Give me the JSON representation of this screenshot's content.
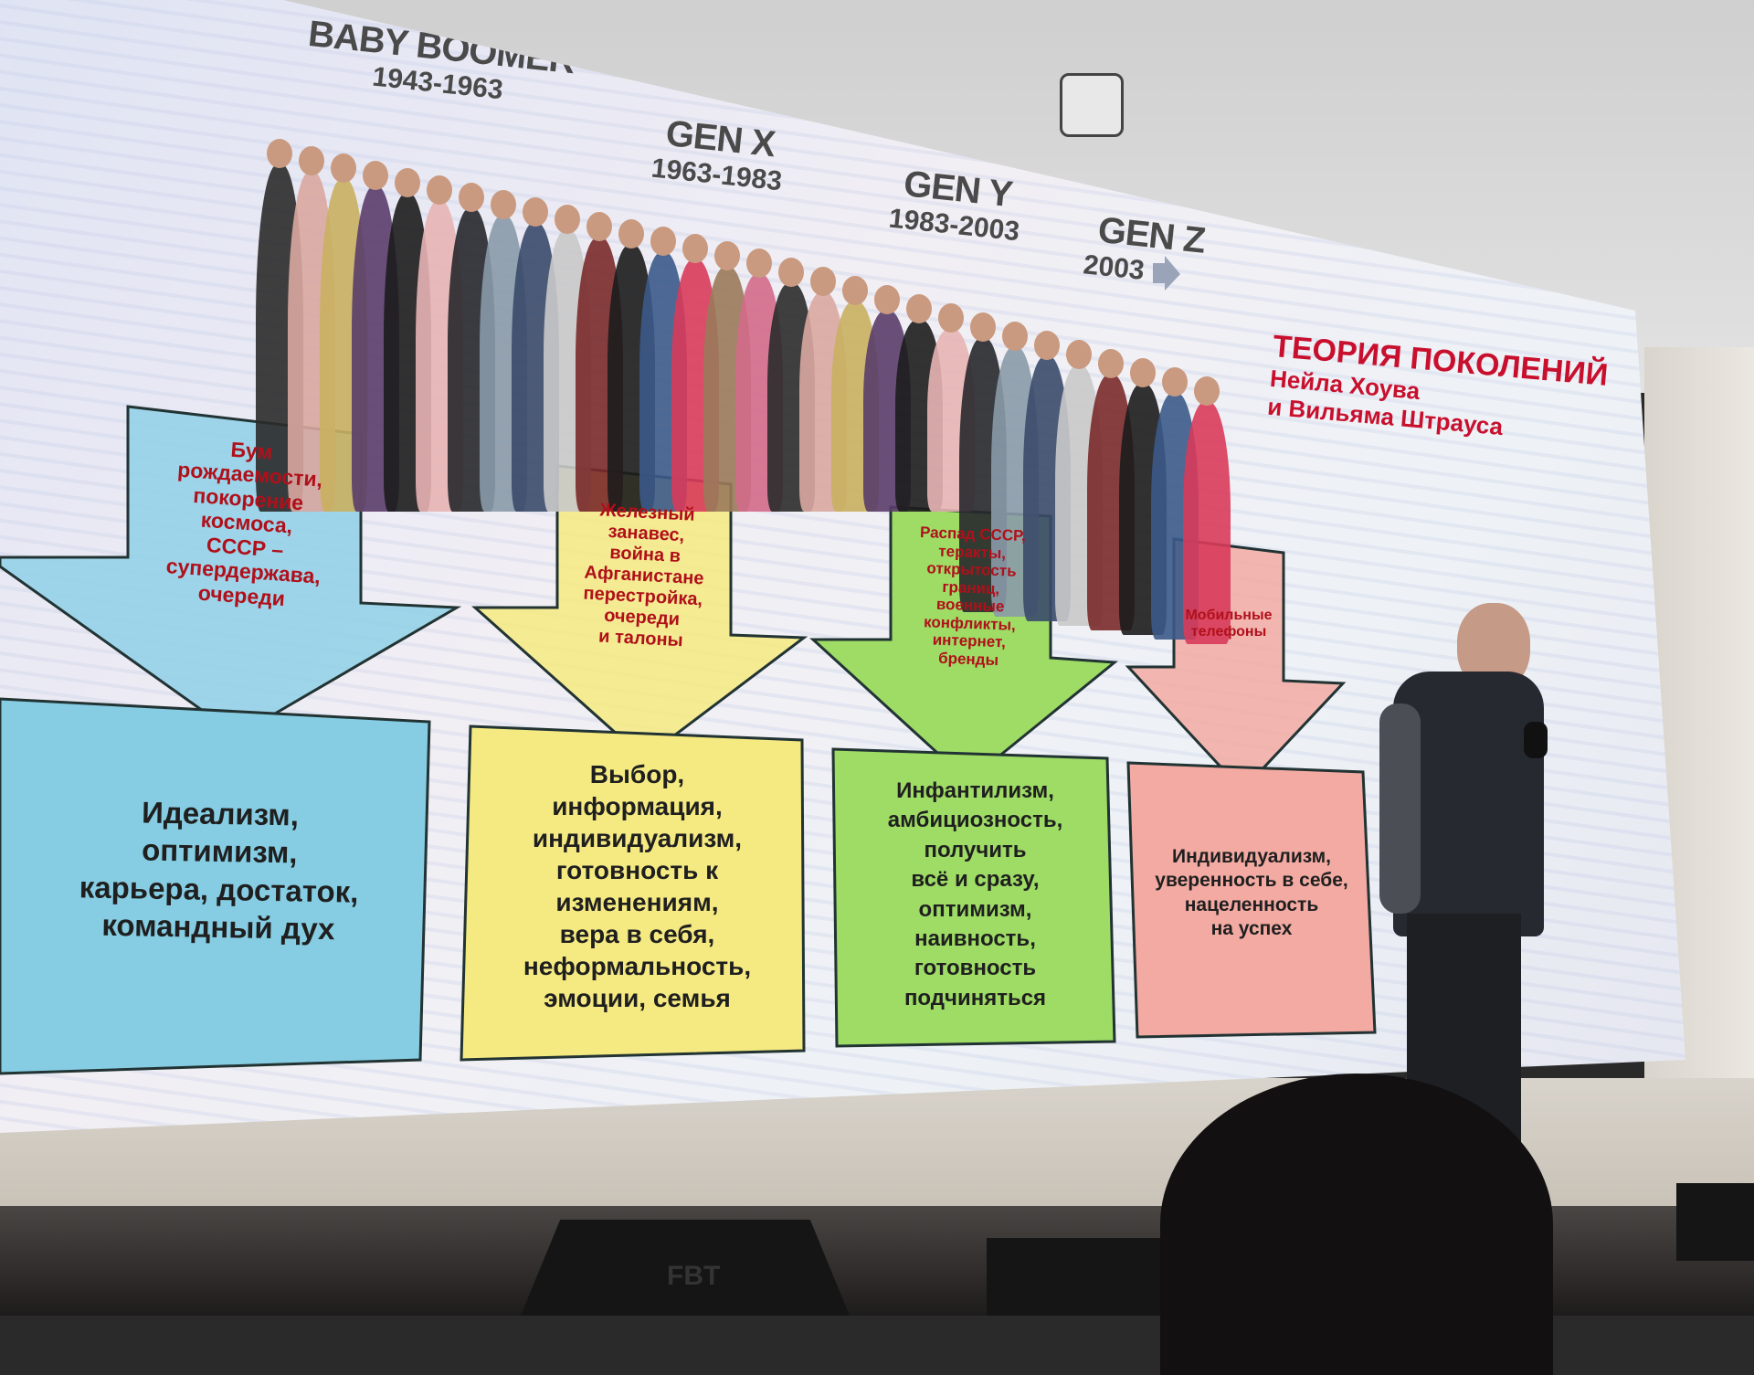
{
  "slide": {
    "theory": {
      "title": "ТЕОРИЯ ПОКОЛЕНИЙ",
      "line2": "Нейла Хоува",
      "line3": "и Вильяма Штрауса"
    },
    "generations": [
      {
        "name": "BABY BOOMER",
        "years": "1943-1963",
        "color": "#7fc8e0",
        "events": [
          "Бум",
          "рождаемости,",
          "покорение",
          "космоса,",
          "СССР –",
          "супердержава,",
          "очереди"
        ],
        "traits": [
          "Идеализм,",
          "оптимизм,",
          "карьера, достаток,",
          "командный дух"
        ]
      },
      {
        "name": "GEN X",
        "years": "1963-1983",
        "color": "#f3e77a",
        "events": [
          "Железный",
          "занавес,",
          "война в",
          "Афганистане",
          "перестройка,",
          "очереди",
          "и талоны"
        ],
        "traits": [
          "Выбор,",
          "информация,",
          "индивидуализм,",
          "готовность к",
          "изменениям,",
          "вера в себя,",
          "неформальность,",
          "эмоции, семья"
        ]
      },
      {
        "name": "GEN Y",
        "years": "1983-2003",
        "color": "#9fdc6a",
        "events": [
          "Распад СССР,",
          "теракты,",
          "открытость",
          "границ,",
          "военные",
          "конфликты,",
          "интернет,",
          "бренды"
        ],
        "traits": [
          "Инфантилизм,",
          "амбициозность,",
          "получить",
          "всё и сразу,",
          "оптимизм,",
          "наивность,",
          "готовность",
          "подчиняться"
        ]
      },
      {
        "name": "GEN Z",
        "years": "2003",
        "color": "#f0a09a",
        "events": [
          "Мобильные",
          "телефоны"
        ],
        "traits": [
          "Индивидуализм,",
          "уверенность в себе,",
          "нацеленность",
          "на успех"
        ]
      }
    ]
  },
  "stage": {
    "speaker_label": "FBT"
  }
}
